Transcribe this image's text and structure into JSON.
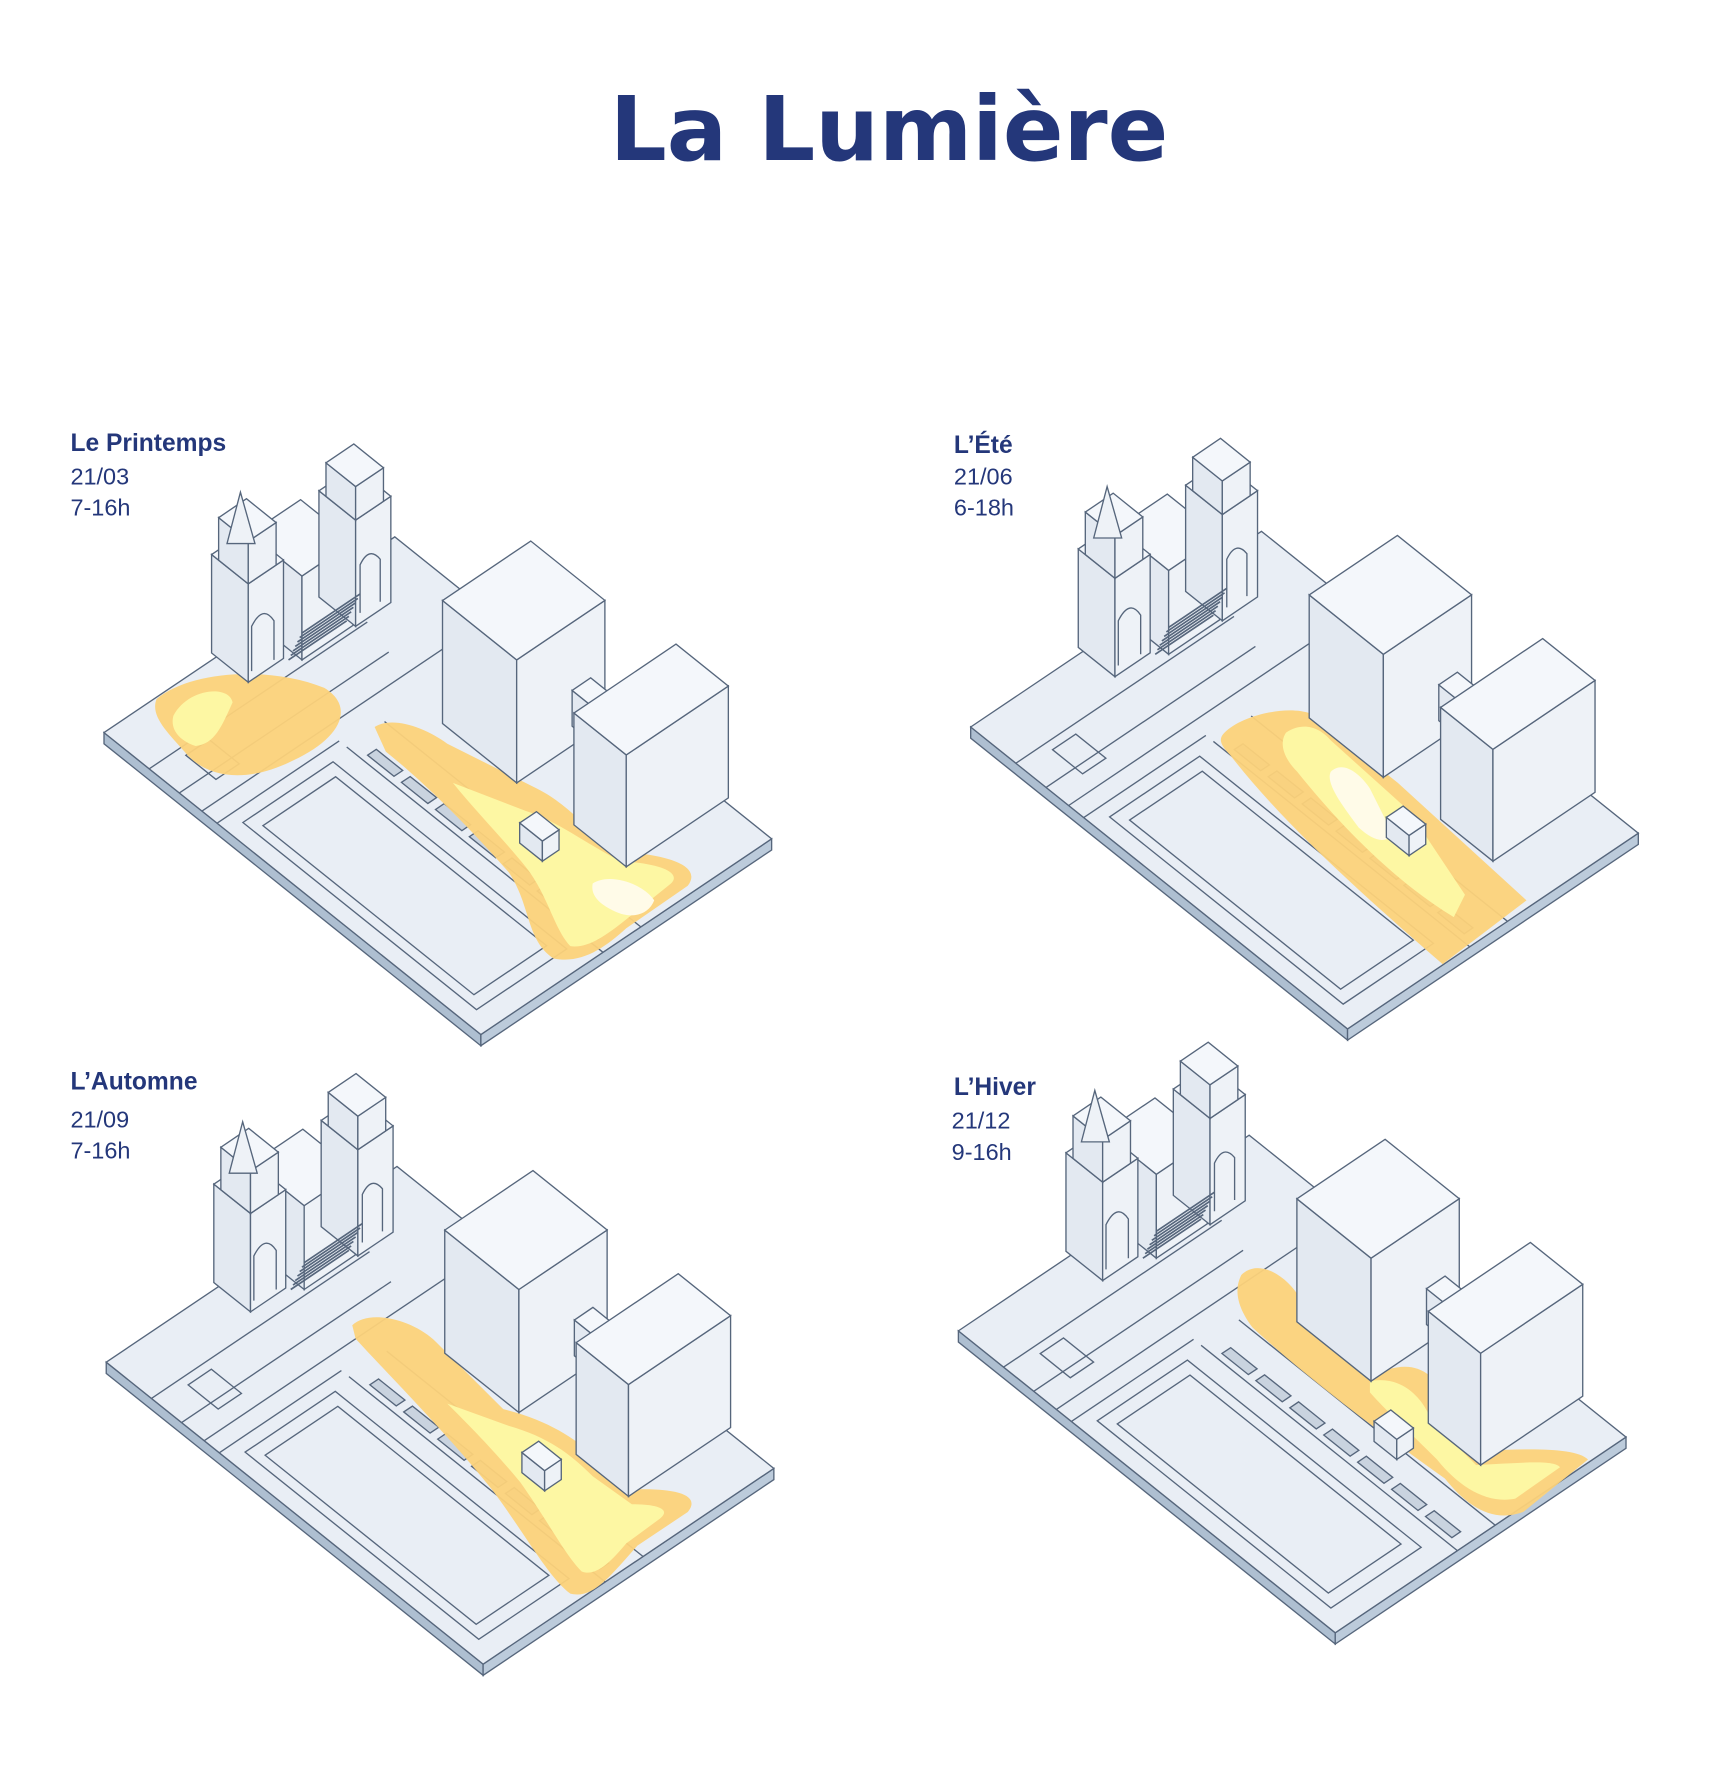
{
  "title": "La Lumière",
  "colors": {
    "title": "#24377a",
    "ground": "#e9eef5",
    "light_outer": "#fcd27a",
    "light_inner": "#fdf7a3"
  },
  "seasons": [
    {
      "name": "Le Printemps",
      "date": "21/03",
      "hours": "7-16h"
    },
    {
      "name": "L’Été",
      "date": "21/06",
      "hours": "6-18h"
    },
    {
      "name": "L’Automne",
      "date": "21/09",
      "hours": "7-16h"
    },
    {
      "name": "L’Hiver",
      "date": "21/12",
      "hours": "9-16h"
    }
  ]
}
